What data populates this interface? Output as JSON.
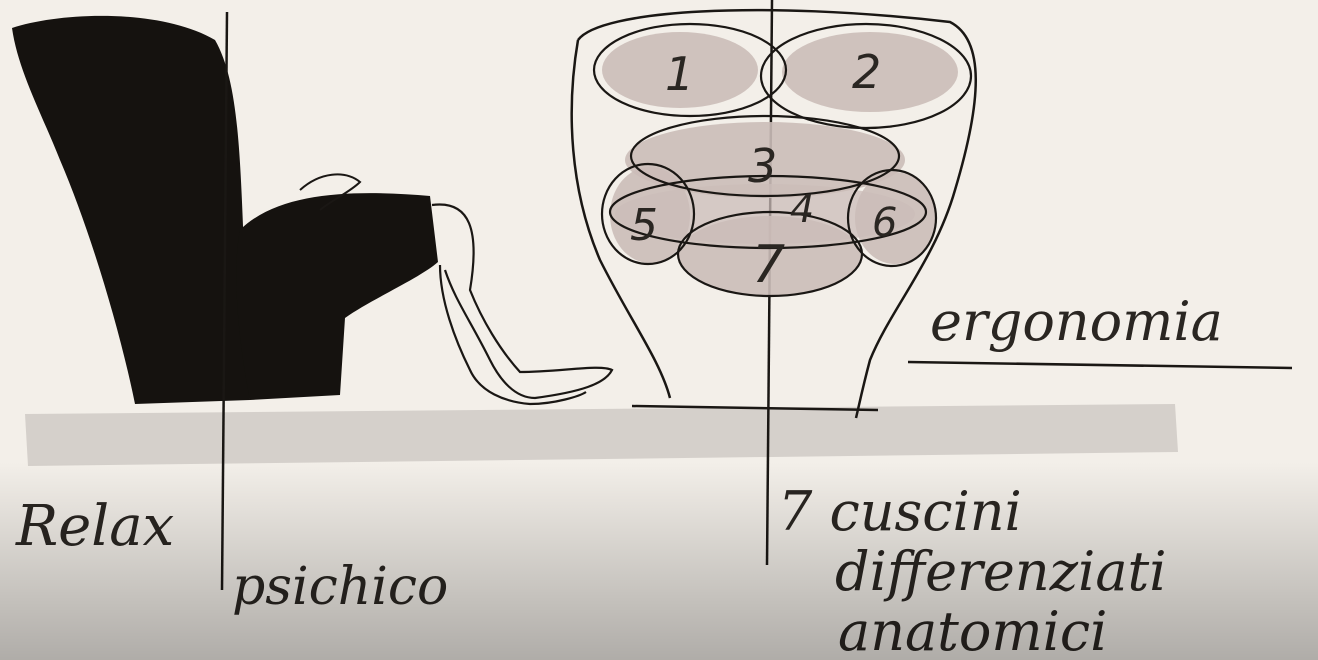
{
  "sketch": {
    "left_label_line1": "Relax",
    "left_label_line2": "psichico",
    "right_heading": "ergonomia",
    "cushion_note_line1": "7 cuscini",
    "cushion_note_line2": "differenziati",
    "cushion_note_line3": "anatomici",
    "cushion_numbers": [
      "1",
      "2",
      "3",
      "4",
      "5",
      "6",
      "7"
    ]
  },
  "colors": {
    "paper": "#f3efe9",
    "ink": "#1a1714",
    "cushion_shade": "#cbbcb8",
    "floor_shade": "#cfcac6"
  }
}
